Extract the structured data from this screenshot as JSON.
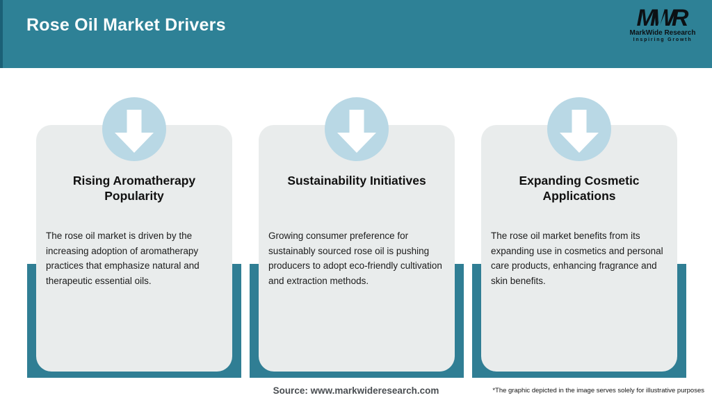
{
  "header": {
    "title": "Rose Oil Market Drivers",
    "logo": {
      "acronym": "MWR",
      "name": "MarkWide Research",
      "tagline": "Inspiring Growth"
    }
  },
  "cards": [
    {
      "icon": "down-arrow-icon",
      "title": "Rising Aromatherapy Popularity",
      "body": "The rose oil market is driven by the increasing adoption of aromatherapy practices that emphasize natural and therapeutic essential oils."
    },
    {
      "icon": "down-arrow-icon",
      "title": "Sustainability Initiatives",
      "body": "Growing consumer preference for sustainably sourced rose oil is pushing producers to adopt eco-friendly cultivation and extraction methods."
    },
    {
      "icon": "down-arrow-icon",
      "title": "Expanding Cosmetic Applications",
      "body": "The rose oil market benefits from its expanding use in cosmetics and personal care products, enhancing fragrance and skin benefits."
    }
  ],
  "footer": {
    "source": "Source: www.markwideresearch.com",
    "disclaimer": "*The graphic depicted in the image serves solely for illustrative purposes"
  },
  "colors": {
    "header_teal": "#2E8196",
    "header_stripe": "#1B6076",
    "accent_band_teal": "#307E94",
    "card_gray": "#E9ECEC",
    "circle_blue": "#B9D8E5",
    "arrow_white": "#FFFFFF",
    "source_text": "#4A4E52"
  }
}
